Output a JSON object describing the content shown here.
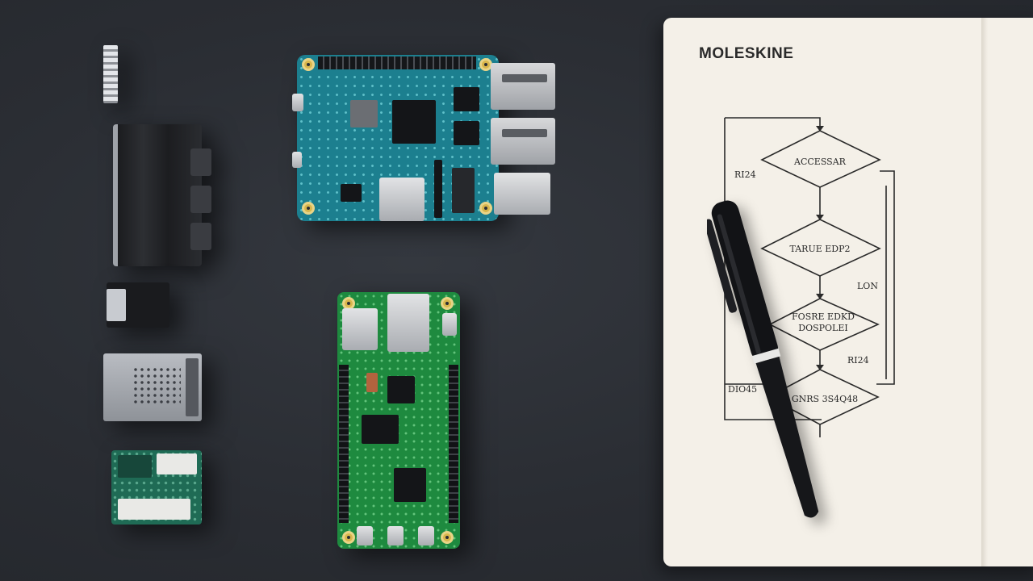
{
  "notebook": {
    "brand": "MOLESKINE",
    "flowchart": {
      "labels": [
        {
          "id": "side-top",
          "text": "RI24"
        },
        {
          "id": "diamond-1",
          "text": "ACCESSAR"
        },
        {
          "id": "diamond-2",
          "text": "TARUE EDP2"
        },
        {
          "id": "side-mid",
          "text": "LON"
        },
        {
          "id": "diamond-3a",
          "text": "FOSRE EDKD"
        },
        {
          "id": "diamond-3b",
          "text": "DOSPOLEI"
        },
        {
          "id": "side-low",
          "text": "RI24"
        },
        {
          "id": "side-left",
          "text": "DIO45"
        },
        {
          "id": "diamond-4",
          "text": "GNRS 3S4Q48"
        }
      ]
    }
  },
  "colors": {
    "desk": "#2b2e34",
    "teal_board": "#1c7f8f",
    "green_board": "#1e8a3f",
    "paper": "#f4f0e8",
    "pen": "#111214"
  }
}
